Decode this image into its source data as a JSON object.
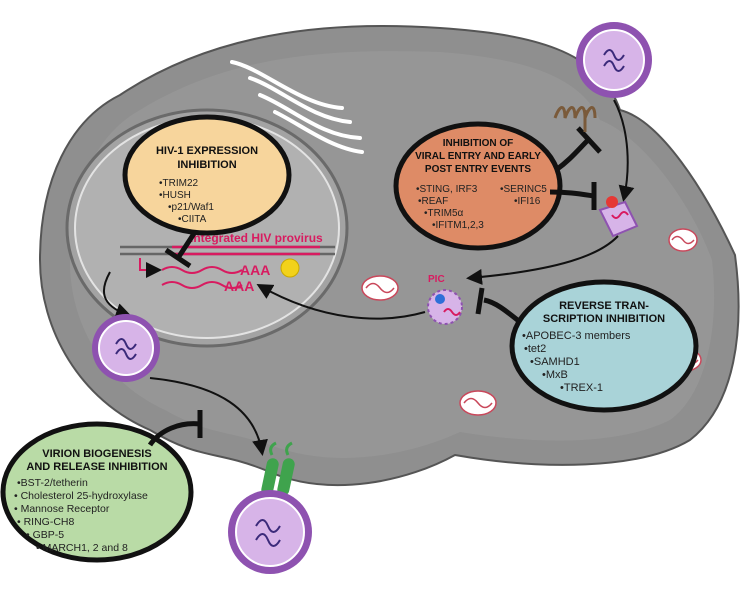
{
  "colors": {
    "cell": "#8f8f8f",
    "cell_dark": "#6e6e6e",
    "nucleus": "#a3a3a3",
    "expression_box": "#f7d59c",
    "entry_box": "#de8b66",
    "rt_box": "#a9d3d8",
    "release_box": "#b9dba6",
    "provirus": "#d81b60",
    "virion": "#d7b4e8",
    "spike": "#8e52b0"
  },
  "expression": {
    "title_l1": "HIV-1 EXPRESSION",
    "title_l2": "INHIBITION",
    "items": [
      "•TRIM22",
      "•HUSH",
      "•p21/Waf1",
      "•CIITA"
    ]
  },
  "entry": {
    "title_l1": "INHIBITION OF",
    "title_l2": "VIRAL ENTRY AND EARLY",
    "title_l3": "POST ENTRY EVENTS",
    "col1": [
      "•STING, IRF3",
      "•REAF",
      "•TRIM5α",
      "•IFITM1,2,3"
    ],
    "col2": [
      "•SERINC5",
      "•IFI16"
    ]
  },
  "rt": {
    "title_l1": "REVERSE TRAN-",
    "title_l2": "SCRIPTION INHIBITION",
    "items": [
      "•APOBEC-3 members",
      "•tet2",
      "•SAMHD1",
      "•MxB",
      "•TREX-1"
    ]
  },
  "release": {
    "title_l1": "VIRION BIOGENESIS",
    "title_l2": "AND RELEASE INHIBITION",
    "items": [
      "•BST-2/tetherin",
      "• Cholesterol 25-hydroxylase",
      "• Mannose Receptor",
      "• RING-CH8",
      "• GBP-5",
      "• MARCH1, 2 and 8"
    ]
  },
  "nucleus": {
    "provirus_label": "Integrated HIV provirus",
    "aaa_1": "AAA",
    "aaa_2": "AAA"
  },
  "pic_label": "PIC"
}
